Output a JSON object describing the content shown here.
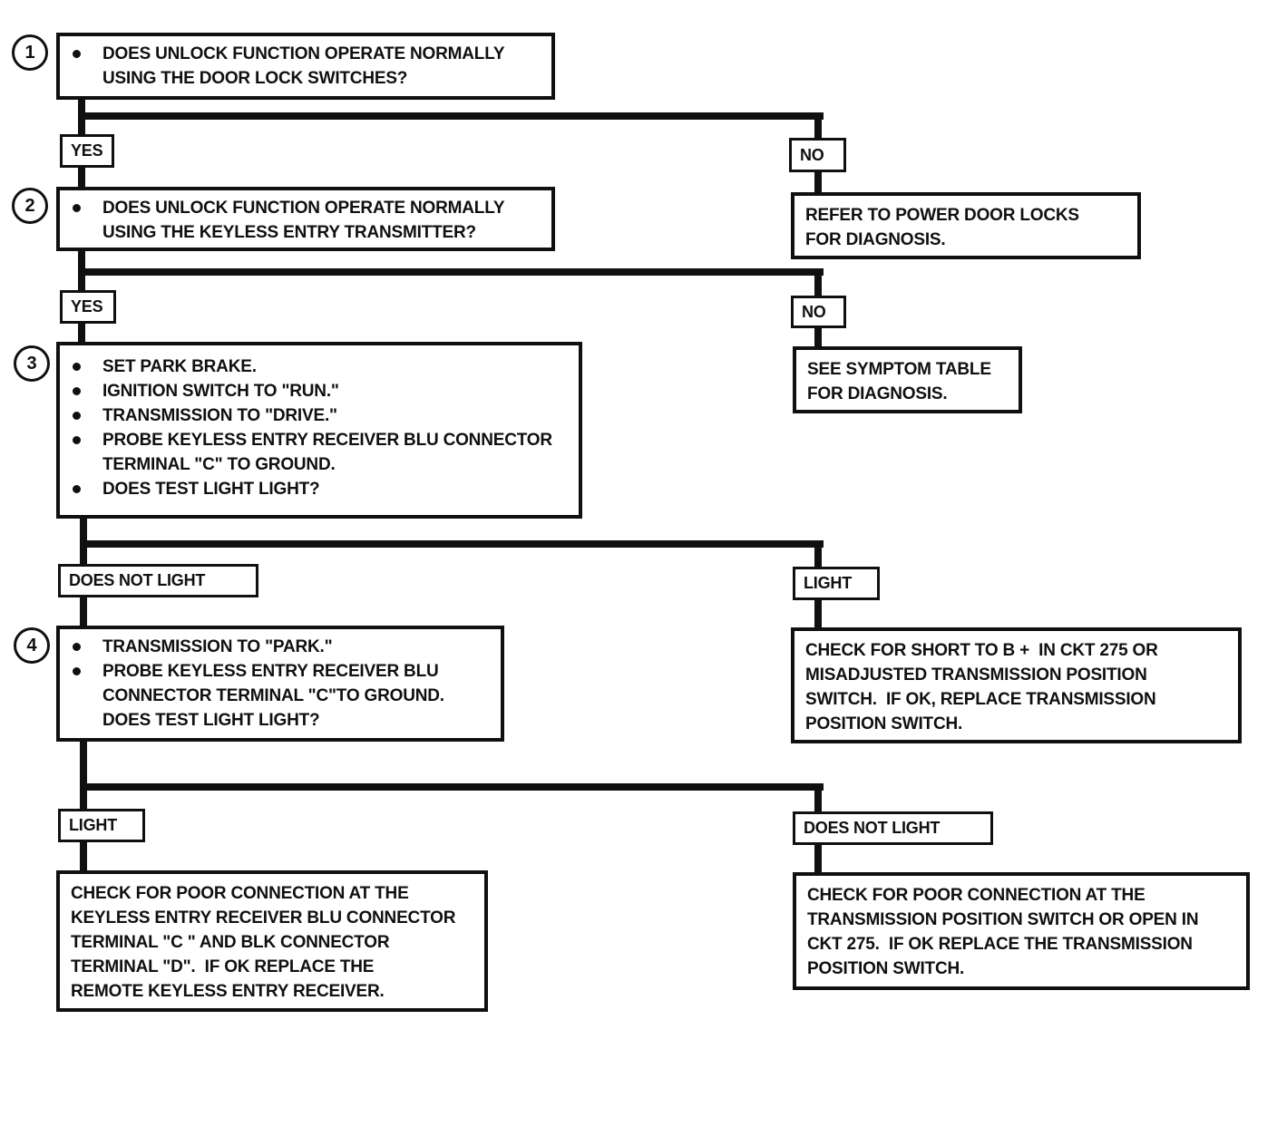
{
  "palette": {
    "ink": "#101010",
    "paper": "#ffffff"
  },
  "steps": [
    {
      "number": "1"
    },
    {
      "number": "2"
    },
    {
      "number": "3"
    },
    {
      "number": "4"
    }
  ],
  "labels": {
    "yes1": "YES",
    "no1": "NO",
    "yes2": "YES",
    "no2": "NO",
    "does_not_light1": "DOES NOT LIGHT",
    "light1": "LIGHT",
    "light2": "LIGHT",
    "does_not_light2": "DOES NOT LIGHT"
  },
  "boxes": {
    "q1": {
      "items": [
        {
          "lines": [
            "DOES UNLOCK FUNCTION OPERATE NORMALLY",
            "USING THE DOOR LOCK SWITCHES?"
          ]
        }
      ]
    },
    "q2": {
      "items": [
        {
          "lines": [
            "DOES UNLOCK FUNCTION OPERATE NORMALLY",
            "USING THE KEYLESS ENTRY TRANSMITTER?"
          ]
        }
      ]
    },
    "q3": {
      "items": [
        {
          "lines": [
            "SET PARK BRAKE."
          ]
        },
        {
          "lines": [
            "IGNITION SWITCH TO \"RUN.\""
          ]
        },
        {
          "lines": [
            "TRANSMISSION TO \"DRIVE.\""
          ]
        },
        {
          "lines": [
            "PROBE KEYLESS ENTRY RECEIVER BLU CONNECTOR",
            "TERMINAL \"C\" TO GROUND."
          ]
        },
        {
          "lines": [
            "DOES TEST LIGHT LIGHT?"
          ]
        }
      ]
    },
    "q4": {
      "items": [
        {
          "lines": [
            "TRANSMISSION TO \"PARK.\""
          ]
        },
        {
          "lines": [
            "PROBE KEYLESS ENTRY RECEIVER BLU",
            "CONNECTOR TERMINAL \"C\"TO GROUND.",
            "DOES TEST LIGHT LIGHT?"
          ]
        }
      ]
    },
    "refer_power_door_locks": {
      "lines": [
        "REFER TO POWER DOOR LOCKS",
        "FOR DIAGNOSIS."
      ]
    },
    "see_symptom_table": {
      "lines": [
        "SEE SYMPTOM TABLE",
        "FOR DIAGNOSIS."
      ]
    },
    "check_short_ckt275": {
      "lines": [
        "CHECK FOR SHORT TO B +  IN CKT 275 OR",
        "MISADJUSTED TRANSMISSION POSITION",
        "SWITCH.  IF OK, REPLACE TRANSMISSION",
        "POSITION SWITCH."
      ]
    },
    "poor_connection_receiver": {
      "lines": [
        "CHECK FOR POOR CONNECTION AT THE",
        "KEYLESS ENTRY RECEIVER BLU CONNECTOR",
        "TERMINAL \"C \" AND BLK CONNECTOR",
        "TERMINAL \"D\".  IF OK REPLACE THE",
        "REMOTE KEYLESS ENTRY RECEIVER."
      ]
    },
    "poor_connection_switch": {
      "lines": [
        "CHECK FOR POOR CONNECTION AT THE",
        "TRANSMISSION POSITION SWITCH OR OPEN IN",
        "CKT 275.  IF OK REPLACE THE TRANSMISSION",
        "POSITION SWITCH."
      ]
    }
  }
}
